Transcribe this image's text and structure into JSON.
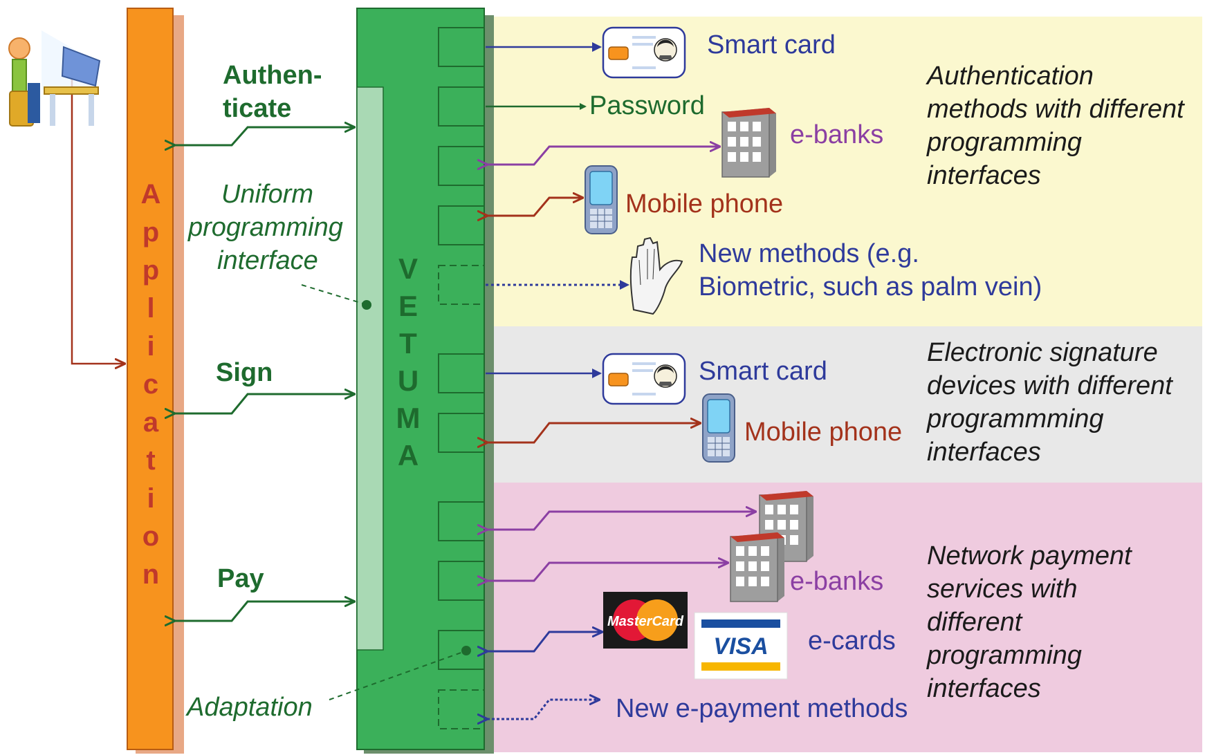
{
  "columns": {
    "application_letters": [
      "A",
      "p",
      "p",
      "l",
      "i",
      "c",
      "a",
      "t",
      "i",
      "o",
      "n"
    ],
    "vetuma_letters": [
      "V",
      "E",
      "T",
      "U",
      "M",
      "A"
    ]
  },
  "labels": {
    "authenticate_line1": "Authen-",
    "authenticate_line2": "ticate",
    "uniform_line1": "Uniform",
    "uniform_line2": "programming",
    "uniform_line3": "interface",
    "sign": "Sign",
    "pay": "Pay",
    "adaptation": "Adaptation"
  },
  "auth_section": {
    "smart_card": "Smart card",
    "password": "Password",
    "e_banks": "e-banks",
    "mobile_phone": "Mobile phone",
    "new_methods_line1": "New methods (e.g.",
    "new_methods_line2": "Biometric, such as palm vein)",
    "description": [
      "Authentication",
      "methods with different",
      "programming",
      "interfaces"
    ]
  },
  "sign_section": {
    "smart_card": "Smart card",
    "mobile_phone": "Mobile phone",
    "description": [
      "Electronic signature",
      "devices with different",
      "programmming",
      "interfaces"
    ]
  },
  "pay_section": {
    "e_banks": "e-banks",
    "e_cards": "e-cards",
    "new_epayment": "New e-payment methods",
    "mastercard_logo": "MasterCard",
    "visa_logo": "VISA",
    "description": [
      "Network payment",
      "services with",
      "different",
      "programming",
      "interfaces"
    ]
  },
  "colors": {
    "application": "#f7931e",
    "vetuma": "#3bb05a",
    "auth_bg": "#fbf8cf",
    "sign_bg": "#e8e8e8",
    "pay_bg": "#efcbdf",
    "arrow_green": "#1e6b2e",
    "arrow_blue": "#2e3a9b",
    "arrow_purple": "#8b3fa3",
    "arrow_brown": "#a3321b"
  },
  "icons": [
    "user-at-computer-icon",
    "smart-card-icon",
    "bank-building-icon",
    "mobile-phone-icon",
    "palm-hand-icon",
    "mastercard-logo",
    "visa-logo"
  ]
}
